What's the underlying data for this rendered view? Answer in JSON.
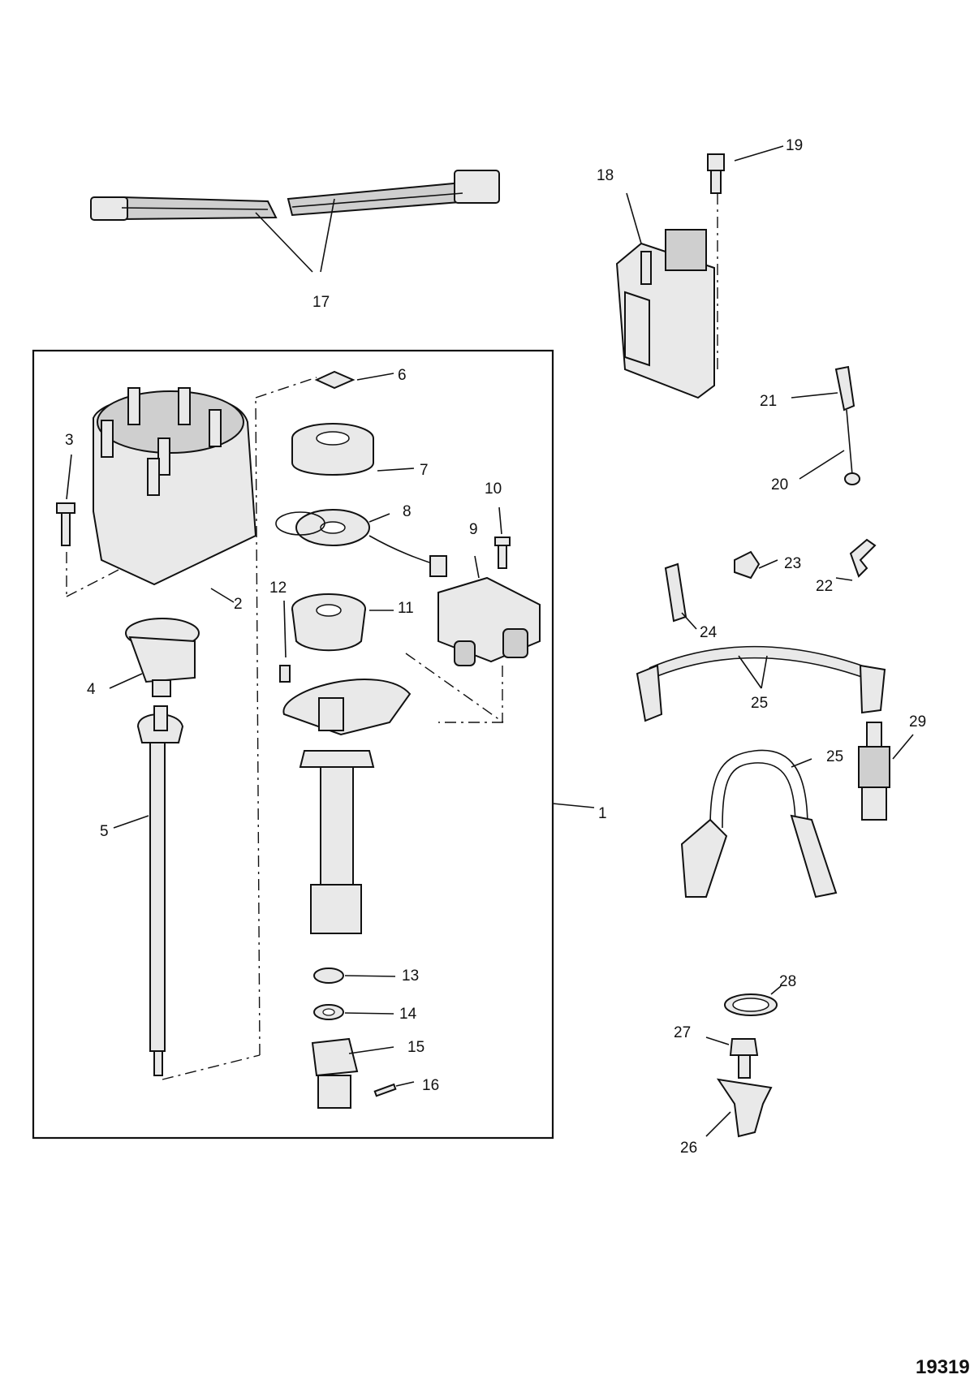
{
  "diagram": {
    "reference_number": "19319",
    "callouts": [
      "1",
      "2",
      "3",
      "4",
      "5",
      "6",
      "7",
      "8",
      "9",
      "10",
      "11",
      "12",
      "13",
      "14",
      "15",
      "16",
      "17",
      "18",
      "19",
      "20",
      "21",
      "22",
      "23",
      "24",
      "25",
      "26",
      "27",
      "28",
      "29"
    ],
    "ink_color": "#111111",
    "part_fill": "#e9e9e9"
  }
}
